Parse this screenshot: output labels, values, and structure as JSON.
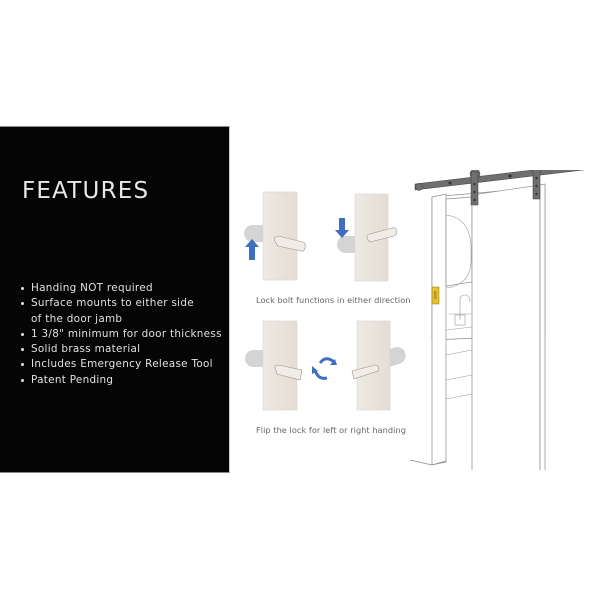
{
  "panel": {
    "title": "FEATURES",
    "features": [
      {
        "text": "Handing NOT required"
      },
      {
        "text": "Surface mounts to either side",
        "continuation": "of the door jamb"
      },
      {
        "text": "1 3/8\" minimum for door thickness"
      },
      {
        "text": "Solid brass material"
      },
      {
        "text": "Includes Emergency Release Tool"
      },
      {
        "text": "Patent Pending"
      }
    ]
  },
  "diagrams": {
    "top_caption": "Lock bolt functions in either direction",
    "bottom_caption": "Flip the lock for left or right handing"
  },
  "colors": {
    "panel_bg": "#050505",
    "arrow_blue": "#3f6fc1",
    "door_panel": "#ece6df",
    "bolt_grey": "#d3d3d3",
    "rail_grey": "#6f6f6f",
    "lock_yellow": "#e6c22e"
  }
}
